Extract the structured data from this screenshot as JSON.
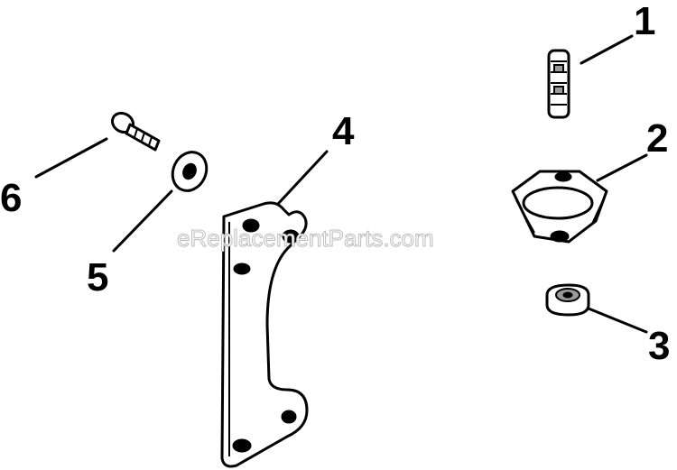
{
  "watermark": "eReplacementParts.com",
  "callouts": {
    "c1": "1",
    "c2": "2",
    "c3": "3",
    "c4": "4",
    "c5": "5",
    "c6": "6"
  },
  "colors": {
    "ink": "#000000",
    "background": "#ffffff"
  }
}
